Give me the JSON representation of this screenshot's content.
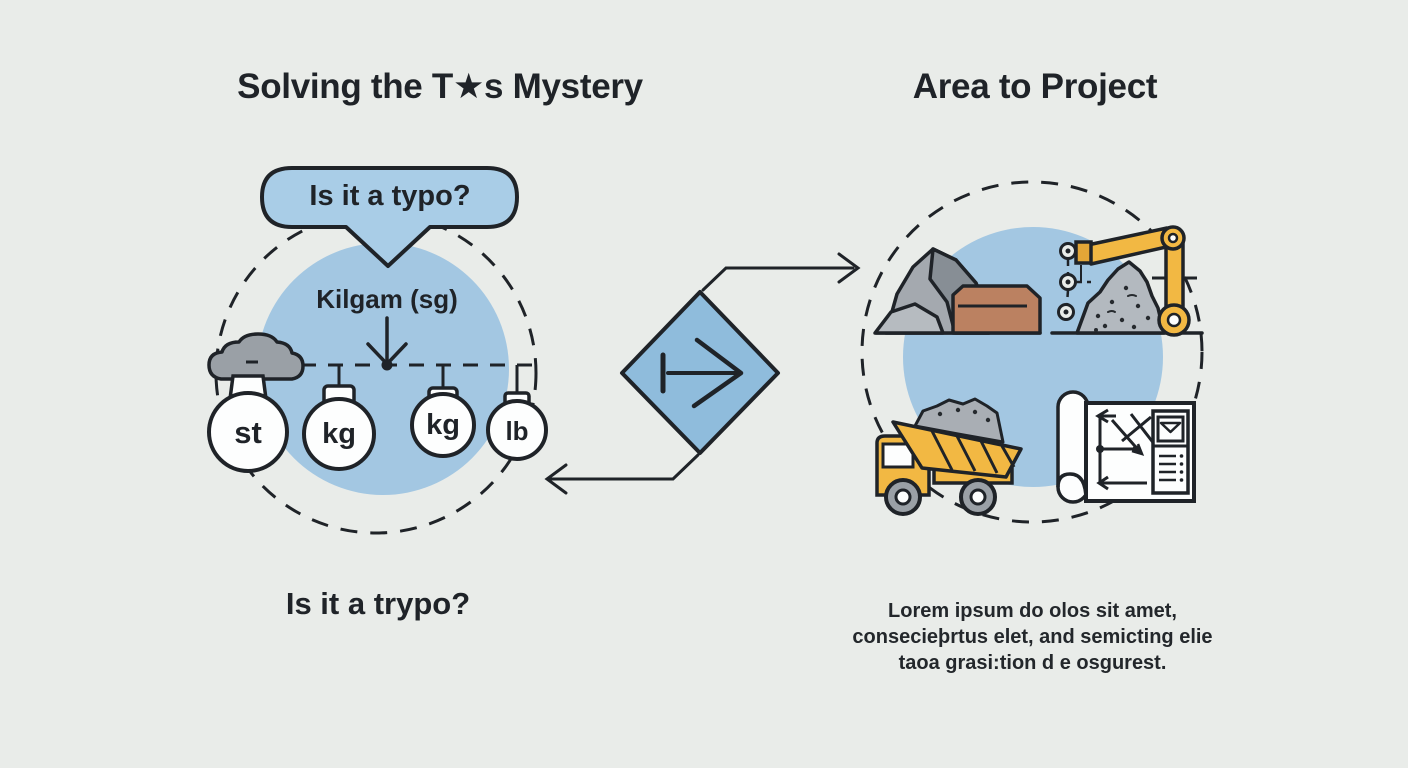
{
  "colors": {
    "background": "#e9ece9",
    "ink": "#1f2328",
    "blue_circle": "#a3c7e2",
    "bubble_blue": "#a9cde7",
    "diamond_blue": "#8fbcdc",
    "machine_yellow": "#f2b843",
    "box_brown": "#bb8161",
    "rock_gray": "#a4a9af",
    "gravel_gray": "#b3b9bf"
  },
  "left": {
    "title": "Solving the T★s Mystery",
    "bubble": "Is it a typo?",
    "unit_label": "Kilgam (sg)",
    "weights": [
      {
        "label": "st"
      },
      {
        "label": "kg"
      },
      {
        "label": "kg"
      },
      {
        "label": "lb"
      }
    ],
    "caption": "Is it a trypo?"
  },
  "flow": {
    "icon": "diamond-arrow-icon"
  },
  "right": {
    "title": "Area to Project",
    "caption_lines": {
      "line1": "Lorem ipsum do olos sit amet,",
      "line2": "consecieþrtus elet, and semicting elie",
      "line3": "taoa grasi:tion d e osgurest."
    },
    "icons": [
      "rock-pile-icon",
      "material-box-icon",
      "survey-points-icon",
      "gravel-pile-icon",
      "crane-icon",
      "dump-truck-icon",
      "blueprint-icon"
    ]
  }
}
